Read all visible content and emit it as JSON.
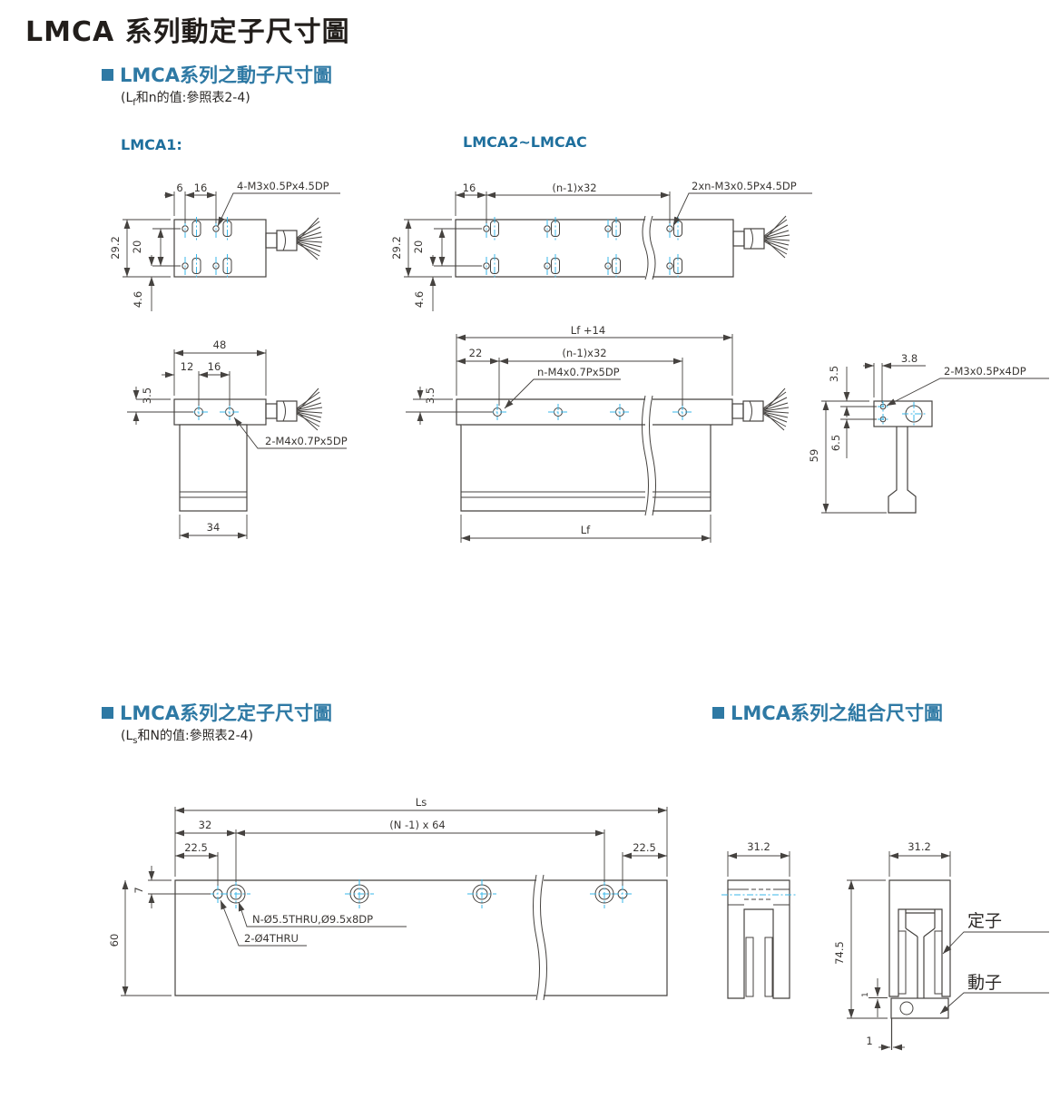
{
  "colors": {
    "accent": "#2e79a4",
    "line": "#45423f",
    "centerline": "#3ab7e8"
  },
  "title": "LMCA 系列動定子尺寸圖",
  "sections": {
    "mover": {
      "heading": "LMCA系列之動子尺寸圖",
      "note_pre": "(L",
      "note_sub": "f",
      "note_post": "和n的值:參照表2-4)",
      "label_lmca1": "LMCA1:",
      "label_lmca2": "LMCA2~LMCAC"
    },
    "stator": {
      "heading": "LMCA系列之定子尺寸圖",
      "note_pre": "(L",
      "note_sub": "s",
      "note_post": "和N的值:參照表2-4)"
    },
    "assembly": {
      "heading": "LMCA系列之組合尺寸圖"
    }
  },
  "drawings": {
    "lmca1_top": {
      "d6": "6",
      "d16": "16",
      "thread": "4-M3x0.5Px4.5DP",
      "h": "29.2",
      "hi": "20",
      "hb": "4.6"
    },
    "lmca2_top": {
      "d16": "16",
      "pitch": "(n-1)x32",
      "thread": "2xn-M3x0.5Px4.5DP",
      "h": "29.2",
      "hi": "20",
      "hb": "4.6"
    },
    "lmca1_side": {
      "w": "48",
      "d12": "12",
      "d16": "16",
      "off": "3.5",
      "thread": "2-M4x0.7Px5DP",
      "wb": "34"
    },
    "lmca2_side": {
      "len": "Lf +14",
      "d22": "22",
      "pitch": "(n-1)x32",
      "thread": "n-M4x0.7Px5DP",
      "off": "3.5",
      "lenb": "Lf"
    },
    "mover_end": {
      "off_top": "3.5",
      "off_side": "3.8",
      "thread": "2-M3x0.5Px4DP",
      "height": "59",
      "holes": "6.5"
    },
    "stator_top": {
      "len": "Ls",
      "pitch": "(N -1) x 64",
      "d32": "32",
      "d225l": "22.5",
      "d225r": "22.5",
      "d7": "7",
      "h": "60",
      "cb": "N-Ø5.5THRU,Ø9.5x8DP",
      "thru": "2-Ø4THRU"
    },
    "stator_end": {
      "w": "31.2"
    },
    "assembly": {
      "w": "31.2",
      "h": "74.5",
      "gap": "1",
      "blade": "1",
      "stator_label": "定子",
      "mover_label": "動子"
    }
  }
}
